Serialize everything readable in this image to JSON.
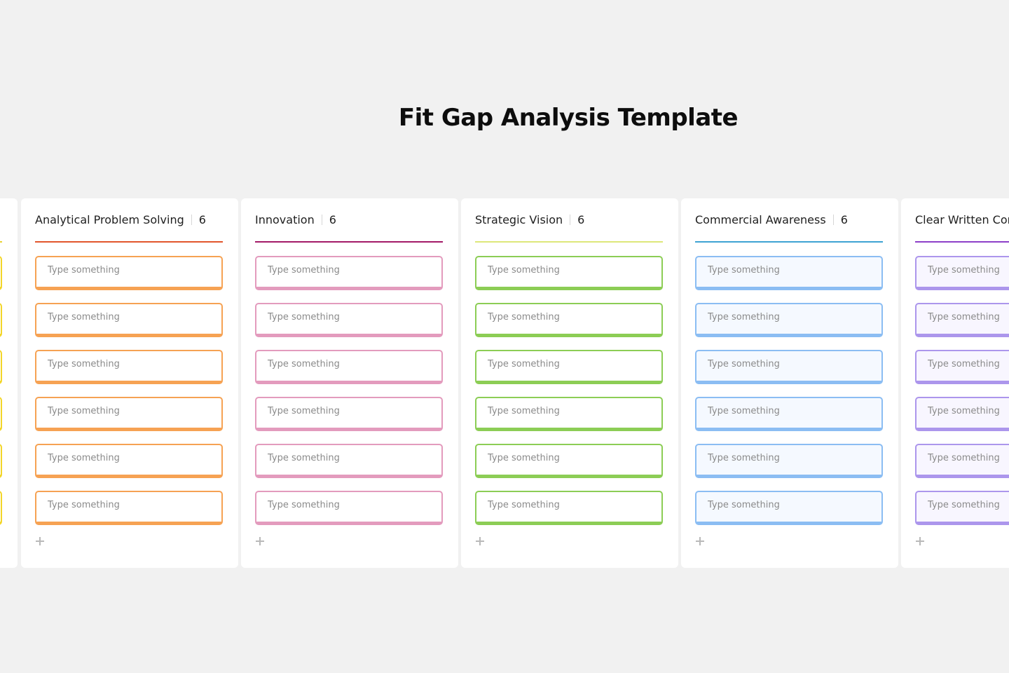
{
  "page": {
    "title": "Fit Gap Analysis Template"
  },
  "columns": [
    {
      "title": "",
      "count": "",
      "accent": "#e9d235",
      "card_border": "#f3d62a",
      "card_bg": "#ffffff",
      "cards": [
        "",
        "",
        "",
        "",
        "",
        ""
      ]
    },
    {
      "title": "Analytical Problem Solving",
      "count": "6",
      "accent": "#e2552c",
      "card_border": "#f6a253",
      "card_bg": "#ffffff",
      "cards": [
        "Type something",
        "Type something",
        "Type something",
        "Type something",
        "Type something",
        "Type something"
      ]
    },
    {
      "title": "Innovation",
      "count": "6",
      "accent": "#a31a67",
      "card_border": "#e39bbd",
      "card_bg": "#ffffff",
      "cards": [
        "Type something",
        "Type something",
        "Type something",
        "Type something",
        "Type something",
        "Type something"
      ]
    },
    {
      "title": "Strategic Vision",
      "count": "6",
      "accent": "#dde77a",
      "card_border": "#8ccd55",
      "card_bg": "#ffffff",
      "cards": [
        "Type something",
        "Type something",
        "Type something",
        "Type something",
        "Type something",
        "Type something"
      ]
    },
    {
      "title": "Commercial Awareness",
      "count": "6",
      "accent": "#3ea3d3",
      "card_border": "#8bbdf3",
      "card_bg": "#f5f9ff",
      "cards": [
        "Type something",
        "Type something",
        "Type something",
        "Type something",
        "Type something",
        "Type something"
      ]
    },
    {
      "title": "Clear Written Cor",
      "count": "",
      "accent": "#8d3fc8",
      "card_border": "#ac96ec",
      "card_bg": "#f8f6ff",
      "cards": [
        "Type something",
        "Type something",
        "Type something",
        "Type something",
        "Type something",
        "Type something"
      ]
    }
  ]
}
